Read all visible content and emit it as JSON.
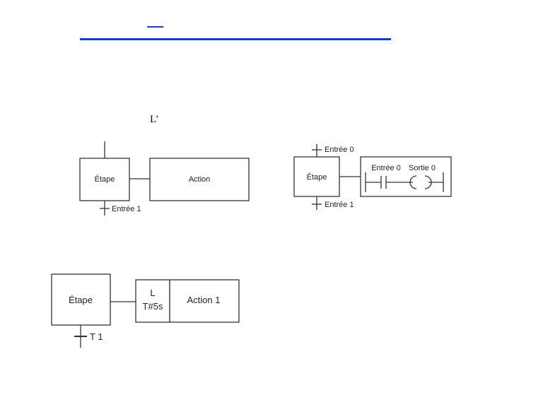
{
  "colors": {
    "accent": "#1a3ccc",
    "stroke": "#333333",
    "fill": "#ffffff"
  },
  "caption": "L’",
  "diagram1": {
    "step_label": "Étape",
    "action_label": "Action",
    "transition_label": "Entrée 1"
  },
  "diagram2": {
    "input_transition_label": "Entrée 0",
    "step_label": "Étape",
    "contact_label": "Entrée 0",
    "coil_label": "Sortie 0",
    "output_transition_label": "Entrée 1"
  },
  "diagram3": {
    "step_label": "Étape",
    "qualifier_label": "L",
    "time_label": "T#5s",
    "action_label": "Action 1",
    "transition_label": "T 1"
  }
}
